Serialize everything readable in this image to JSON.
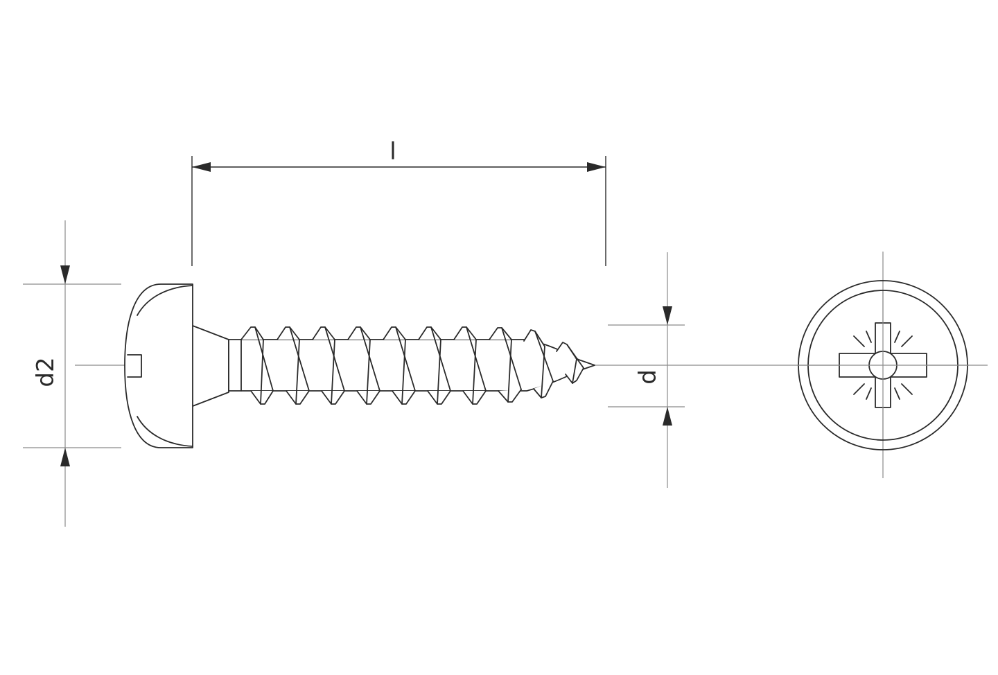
{
  "drawing": {
    "labels": {
      "length": "l",
      "head_diameter": "d2",
      "thread_diameter": "d"
    }
  },
  "colors": {
    "outline": "#2a2a2a",
    "construction": "#8a8a8a",
    "background": "#ffffff"
  }
}
